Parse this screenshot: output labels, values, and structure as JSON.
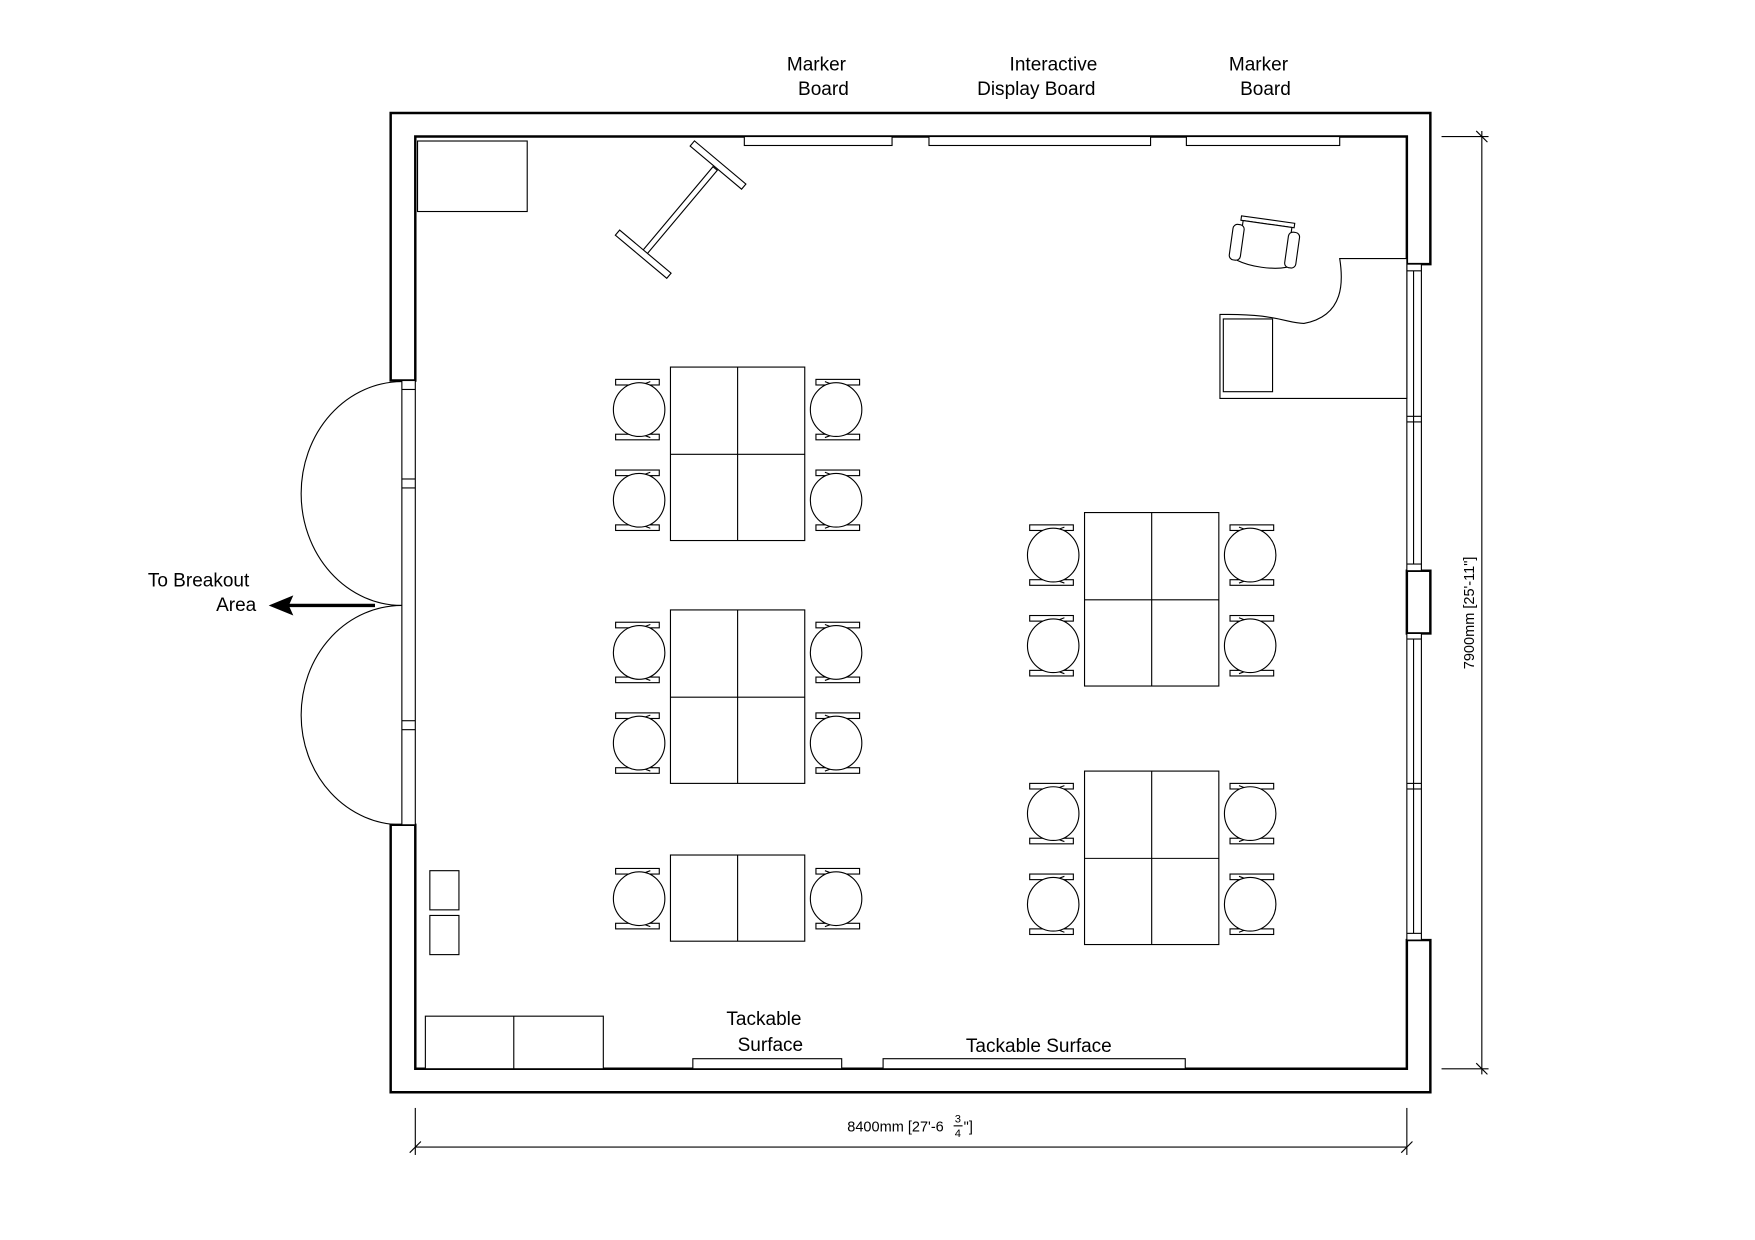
{
  "labels": {
    "marker_board_left": [
      "Marker",
      "Board"
    ],
    "interactive_display": [
      "Interactive",
      "Display Board"
    ],
    "marker_board_right": [
      "Marker",
      "Board"
    ],
    "tackable_left": [
      "Tackable",
      "Surface"
    ],
    "tackable_right": "Tackable Surface",
    "breakout": [
      "To Breakout",
      "Area"
    ]
  },
  "dimensions": {
    "width_main": "8400mm [27'-6",
    "width_frac_num": "3",
    "width_frac_den": "4",
    "width_end": "\"]",
    "height": "7900mm [25'-11\"]"
  },
  "table_groups": [
    {
      "id": "a",
      "rows": 2
    },
    {
      "id": "b",
      "rows": 2
    },
    {
      "id": "c",
      "rows": 1
    },
    {
      "id": "d",
      "rows": 2
    },
    {
      "id": "e",
      "rows": 2
    }
  ]
}
